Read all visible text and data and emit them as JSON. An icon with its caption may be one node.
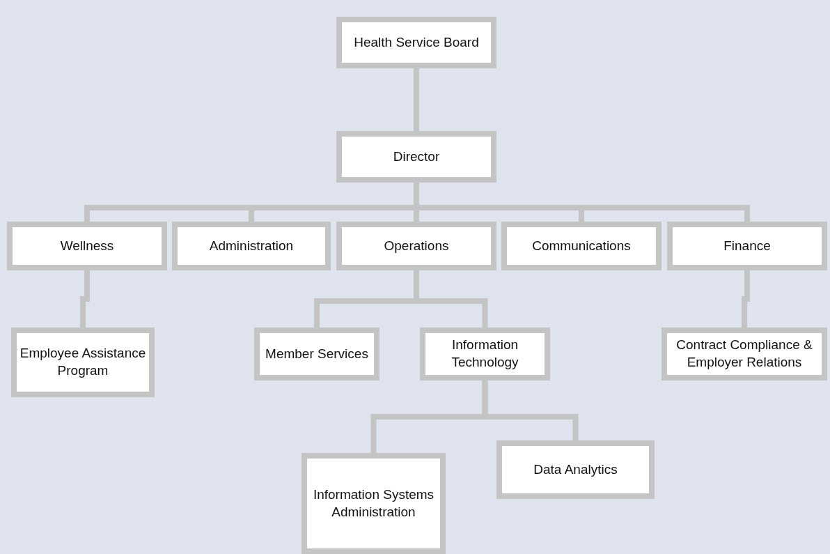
{
  "diagram": {
    "nodes": [
      {
        "text": [
          "Health Service Board"
        ]
      },
      {
        "text": [
          "Director"
        ]
      },
      {
        "text": [
          "Wellness"
        ]
      },
      {
        "text": [
          "Administration"
        ]
      },
      {
        "text": [
          "Operations"
        ]
      },
      {
        "text": [
          "Communications"
        ]
      },
      {
        "text": [
          "Finance"
        ]
      },
      {
        "text": [
          "Employee Assistance Program"
        ]
      },
      {
        "text": [
          "Member Services"
        ]
      },
      {
        "text": [
          "Information Technology"
        ]
      },
      {
        "text": [
          "Contract Compliance & Employer Relations"
        ]
      },
      {
        "text": [
          "Information Systems Administration"
        ]
      },
      {
        "text": [
          "Data Analytics"
        ]
      }
    ],
    "edges": [
      {
        "from": 0,
        "to": 1,
        "arrow": "none"
      },
      {
        "from": 1,
        "to": 2,
        "arrow": "none"
      },
      {
        "from": 1,
        "to": 3,
        "arrow": "none"
      },
      {
        "from": 1,
        "to": 4,
        "arrow": "none"
      },
      {
        "from": 1,
        "to": 5,
        "arrow": "none"
      },
      {
        "from": 1,
        "to": 6,
        "arrow": "none"
      },
      {
        "from": 2,
        "to": 7,
        "arrow": "none"
      },
      {
        "from": 4,
        "to": 8,
        "arrow": "none"
      },
      {
        "from": 4,
        "to": 9,
        "arrow": "none"
      },
      {
        "from": 6,
        "to": 10,
        "arrow": "none"
      },
      {
        "from": 9,
        "to": 11,
        "arrow": "none"
      },
      {
        "from": 9,
        "to": 12,
        "arrow": "none"
      }
    ]
  }
}
